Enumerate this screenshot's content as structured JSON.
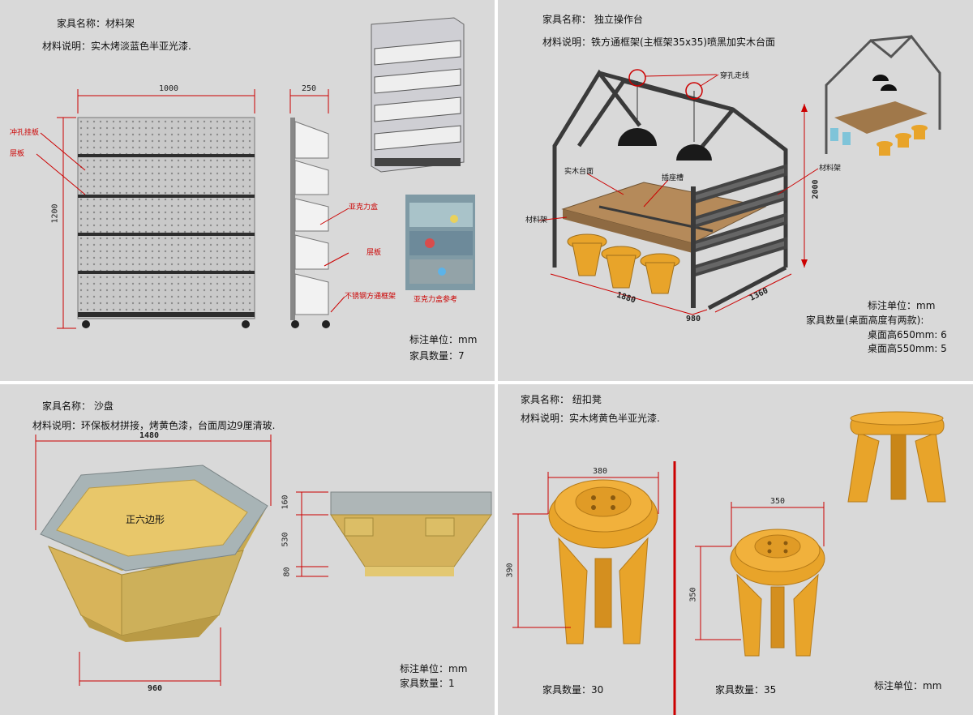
{
  "panel1": {
    "name_label": "家具名称：材料架",
    "material_label": "材料说明：实木烤淡蓝色半亚光漆.",
    "dim_width": "1000",
    "dim_height": "1200",
    "dim_depth": "250",
    "label_pegboard": "冲孔挂板",
    "label_shelf_left": "层板",
    "label_acrylic_box": "亚克力盒",
    "label_shelf_right": "层板",
    "label_steel_frame": "不锈钢方通框架",
    "photo_caption": "亚克力盒参考",
    "unit_label": "标注单位：mm",
    "qty_label": "家具数量：7"
  },
  "panel2": {
    "name_label": "家具名称：  独立操作台",
    "material_label": "材料说明：铁方通框架(主框架35x35)喷黑加实木台面",
    "label_wire_hole": "穿孔走线",
    "label_wood_top": "实木台面",
    "label_socket_slot": "插座槽",
    "label_material_rack_left": "材料架",
    "label_material_rack_right": "材料架",
    "dim_height": "2000",
    "dim_length": "1880",
    "dim_width": "980",
    "dim_depth": "1360",
    "unit_label": "标注单位：mm",
    "qty_label": "家具数量(桌面高度有两款):",
    "qty_650": "桌面高650mm: 6",
    "qty_550": "桌面高550mm: 5"
  },
  "panel3": {
    "name_label": "家具名称：  沙盘",
    "material_label": "材料说明：环保板材拼接，烤黄色漆，台面周边9厘清玻.",
    "dim_top": "1480",
    "dim_bottom": "960",
    "dim_h1": "160",
    "dim_h2": "530",
    "dim_h3": "80",
    "center_label": "正六边形",
    "unit_label": "标注单位：mm",
    "qty_label": "家具数量：1"
  },
  "panel4": {
    "name_label": "家具名称：  纽扣凳",
    "material_label": "材料说明：实木烤黄色半亚光漆.",
    "dim_big_width": "380",
    "dim_big_height": "390",
    "dim_small_width": "350",
    "dim_small_height": "350",
    "qty_big": "家具数量：30",
    "qty_small": "家具数量：35",
    "unit_label": "标注单位：mm"
  },
  "colors": {
    "panel_bg": "#d9d9d9",
    "dimension_red": "#cc0000",
    "wood_yellow": "#e8a42a",
    "frame_gray": "#555555",
    "sandtable_yellow": "#dcc46a"
  }
}
